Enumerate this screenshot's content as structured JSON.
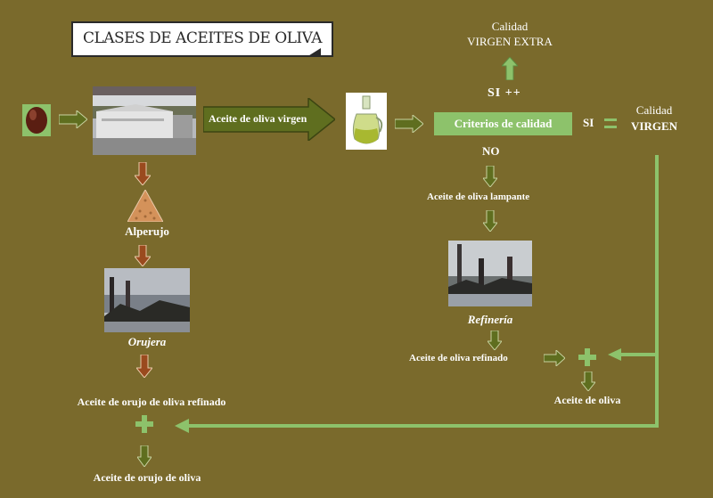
{
  "title": "CLASES DE ACEITES DE OLIVA",
  "nodes": {
    "aceite_virgen_label": "Aceite de oliva virgen",
    "criterios": "Criterios de calidad",
    "si_plus": "SI ++",
    "si_eq": "SI",
    "no": "NO",
    "calidad_top": "Calidad",
    "virgen_extra": "VIRGEN EXTRA",
    "calidad_right": "Calidad",
    "virgen": "VIRGEN",
    "lampante": "Aceite de oliva lampante",
    "refineria": "Refinería",
    "refinado": "Aceite de oliva refinado",
    "aceite_oliva": "Aceite de oliva",
    "alperujo": "Alperujo",
    "orujera": "Orujera",
    "orujo_refinado": "Aceite de orujo de oliva refinado",
    "orujo_oliva": "Aceite de orujo de oliva"
  },
  "colors": {
    "background": "#7a6a2c",
    "green_arrow": "#5f6e1f",
    "light_green": "#8dc26b",
    "brown_arrow": "#9a4a1e",
    "white": "#ffffff"
  },
  "icons": [
    "olive-icon",
    "oil-mill-photo",
    "oil-jar-photo",
    "alperujo-pile-icon",
    "refinery-photo",
    "orujera-photo",
    "plus-sign",
    "equals-sign"
  ]
}
